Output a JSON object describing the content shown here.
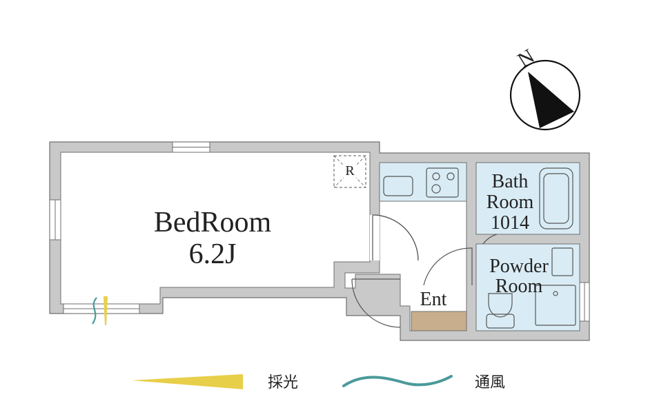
{
  "colors": {
    "wall": "#c9c9c9",
    "wall_outline": "#6f6f6f",
    "wet_area": "#d9ecf5",
    "entrance_floor": "#c8ae8d",
    "light_arrow": "#e8cf4a",
    "wind_arrow": "#4a9a9a",
    "compass": "#111111"
  },
  "compass": {
    "label": "N",
    "icon": "compass-north-icon"
  },
  "rooms": {
    "bedroom": {
      "name": "BedRoom",
      "size": "6.2J"
    },
    "bathroom": {
      "line1": "Bath",
      "line2": "Room",
      "line3": "1014"
    },
    "powder_room": {
      "line1": "Powder",
      "line2": "Room"
    },
    "entrance": {
      "label": "Ent"
    },
    "fridge_mark": "R"
  },
  "legend": {
    "light": {
      "label": "採光",
      "icon": "light-wedge-icon"
    },
    "wind": {
      "label": "通風",
      "icon": "wind-wave-icon"
    }
  }
}
